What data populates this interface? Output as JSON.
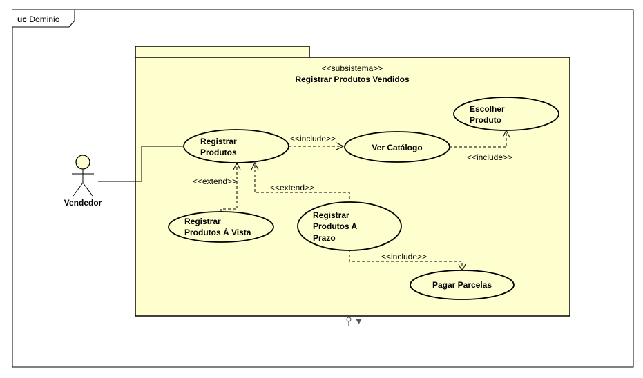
{
  "frame": {
    "keyword": "uc",
    "name": "Dominio"
  },
  "subsystem": {
    "stereotype": "<<subsistema>>",
    "name": "Registrar Produtos Vendidos"
  },
  "actor": {
    "name": "Vendedor"
  },
  "use_cases": {
    "registrar_produtos": [
      "Registrar",
      "Produtos"
    ],
    "ver_catalogo": [
      "Ver Catálogo"
    ],
    "escolher_produto": [
      "Escolher",
      "Produto"
    ],
    "registrar_a_vista": [
      "Registrar",
      "Produtos À Vista"
    ],
    "registrar_a_prazo": [
      "Registrar",
      "Produtos A",
      "Prazo"
    ],
    "pagar_parcelas": [
      "Pagar Parcelas"
    ]
  },
  "relations": {
    "include_ver_catalogo": "<<include>>",
    "include_escolher_produto": "<<include>>",
    "extend_a_vista": "<<extend>>",
    "extend_a_prazo": "<<extend>>",
    "include_pagar_parcelas": "<<include>>"
  },
  "colors": {
    "package_fill": "#FEFECE",
    "usecase_fill": "#FEFECE",
    "stroke": "#000000"
  }
}
